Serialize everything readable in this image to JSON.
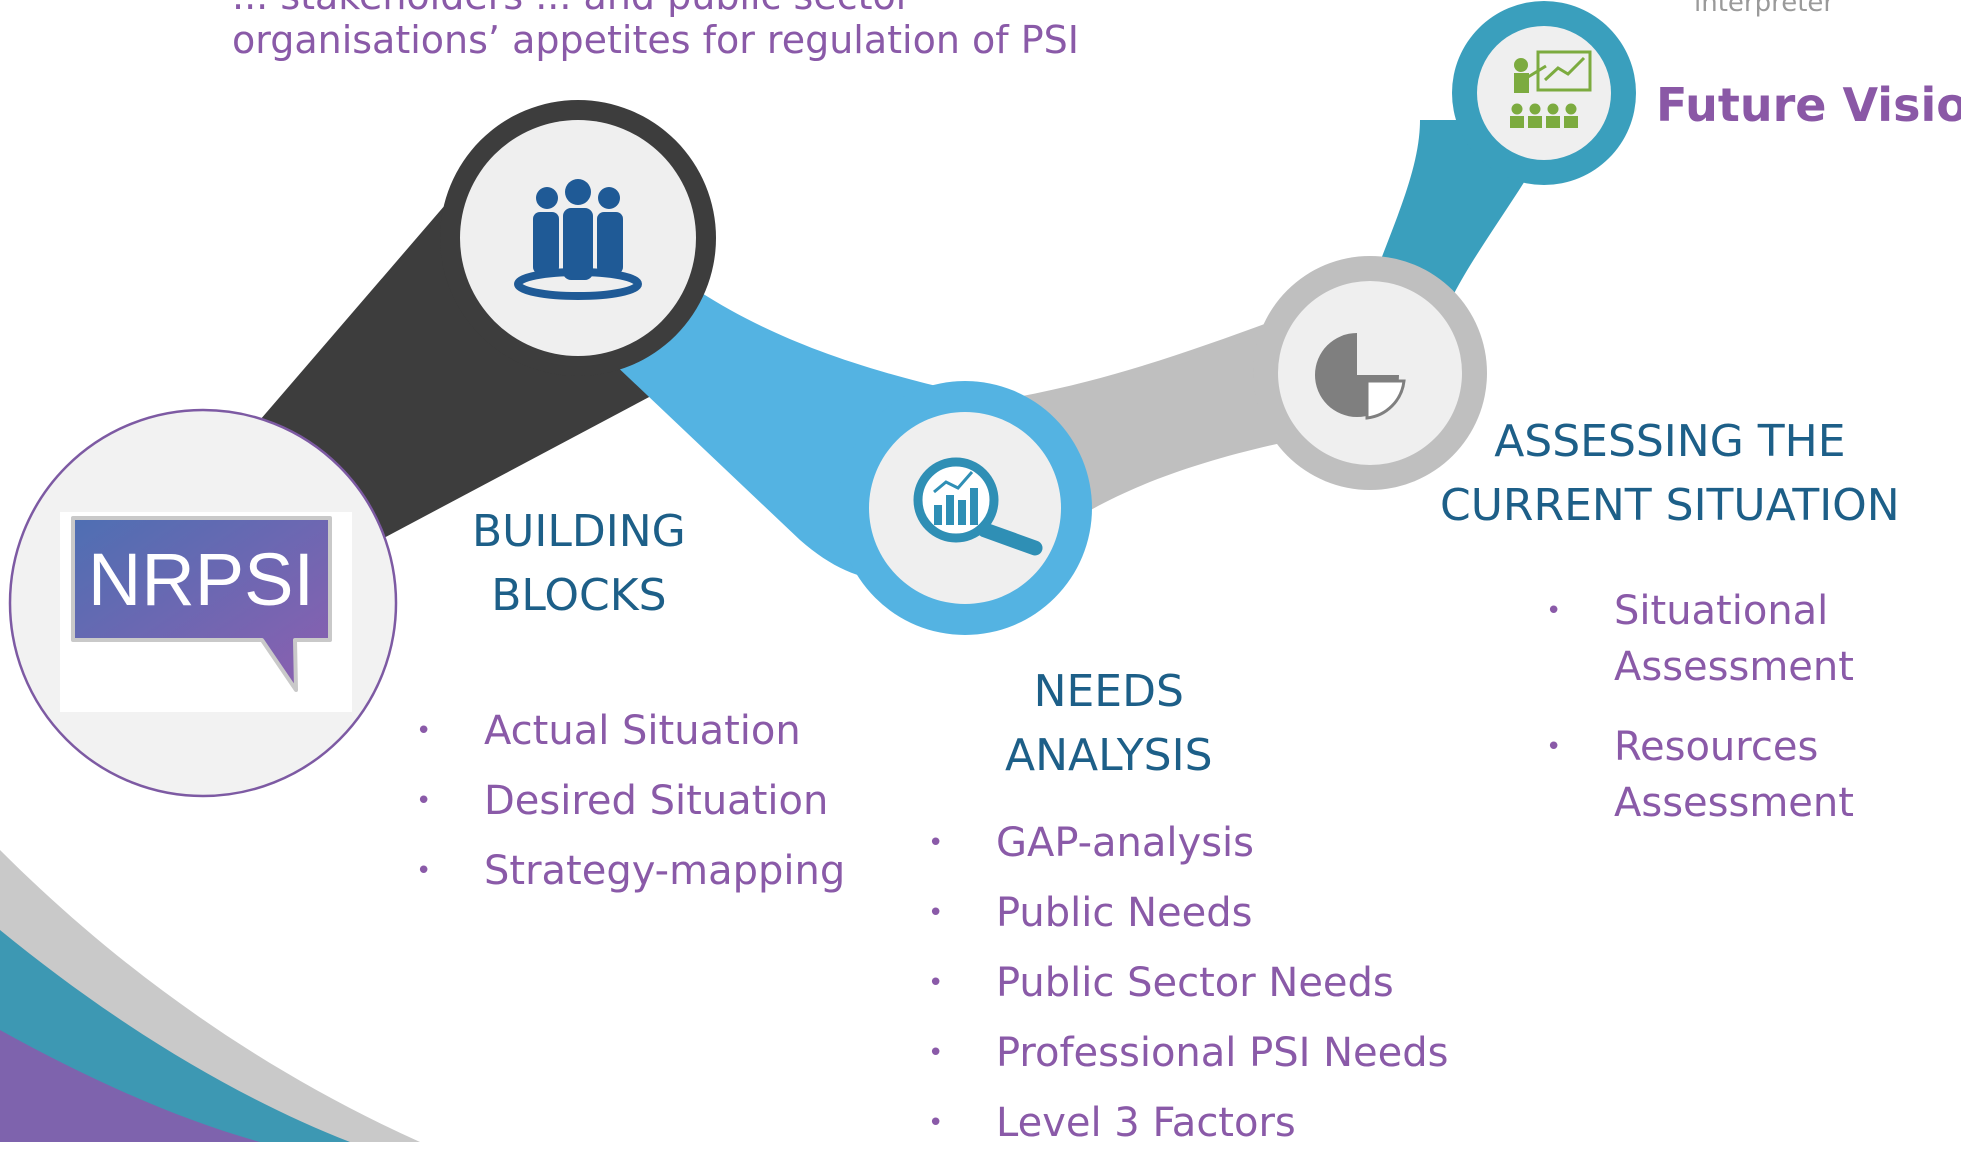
{
  "header": {
    "partial_line": "... stakeholders ... and public sector",
    "line2": "organisations’ appetites for regulation of PSI",
    "logo_fragment": "interpreter"
  },
  "stages": [
    {
      "id": "start",
      "logo_text": "NRPSI"
    },
    {
      "id": "building_blocks",
      "title_line1": "BUILDING",
      "title_line2": "BLOCKS",
      "items": [
        "Actual Situation",
        "Desired Situation",
        "Strategy-mapping"
      ]
    },
    {
      "id": "needs_analysis",
      "title_line1": "NEEDS",
      "title_line2": "ANALYSIS",
      "items": [
        "GAP-analysis",
        "Public Needs",
        "Public Sector Needs",
        "Professional PSI Needs",
        "Level 3 Factors"
      ]
    },
    {
      "id": "assessing",
      "title_line1": "ASSESSING THE",
      "title_line2": "CURRENT SITUATION",
      "items": [
        "Situational Assessment",
        "Resources Assessment"
      ]
    },
    {
      "id": "future",
      "title": "Future Vision"
    }
  ],
  "colors": {
    "dark_segment": "#3d3d3d",
    "blue_segment": "#54b3e2",
    "grey_segment": "#bfbfbf",
    "teal_segment": "#3a9fbd",
    "purple_text": "#8a5aa8",
    "heading_blue": "#1d5f88",
    "icon_blue": "#1f5a96",
    "icon_green": "#7cab3f"
  },
  "icons": [
    "nrpsi-logo",
    "people-group-icon",
    "magnifier-chart-icon",
    "pie-chart-icon",
    "presentation-icon"
  ]
}
